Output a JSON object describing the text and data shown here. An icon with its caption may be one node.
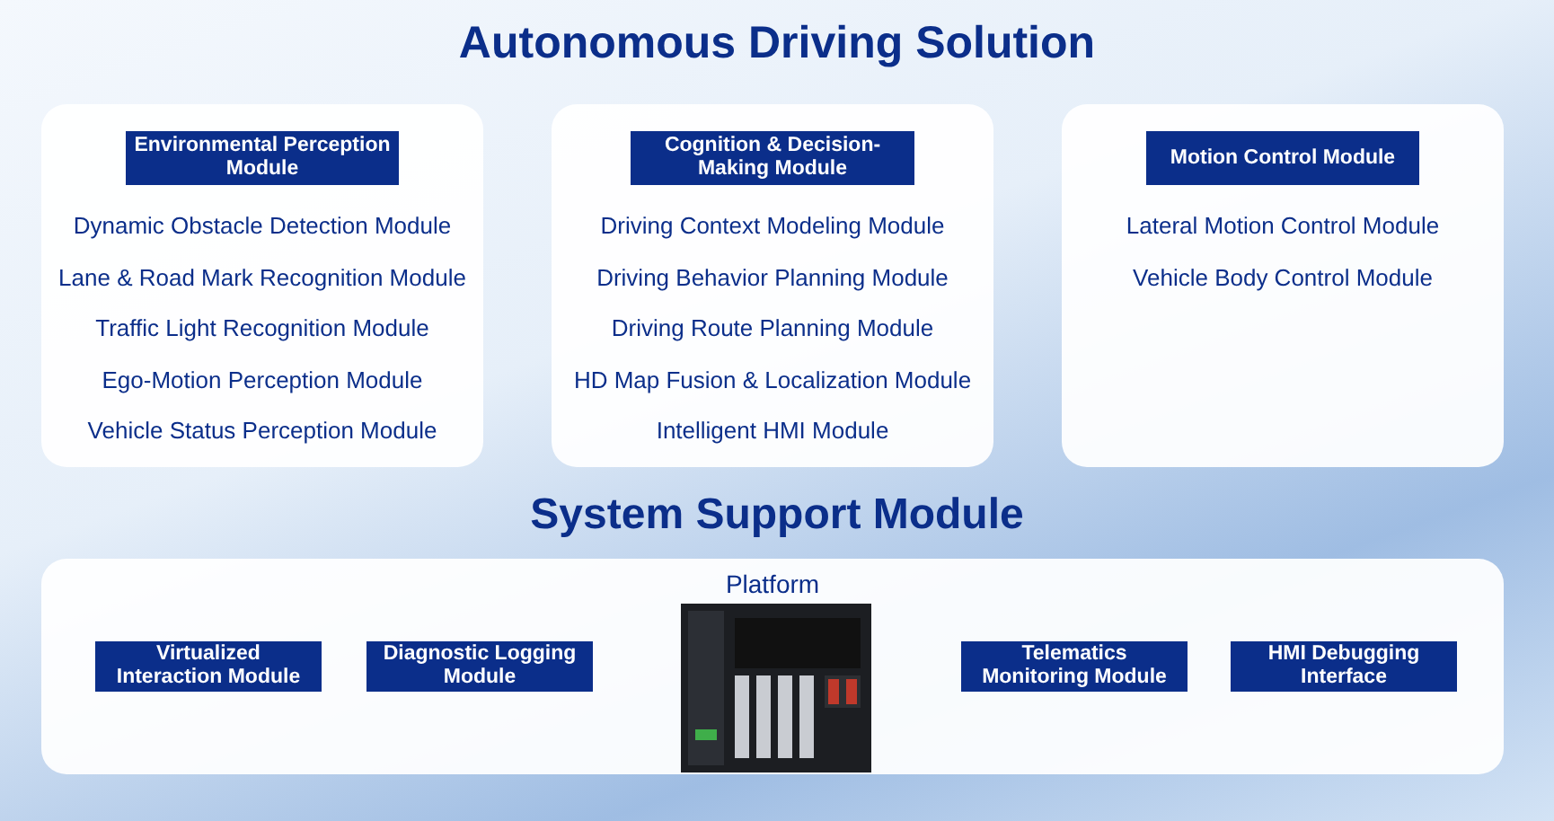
{
  "diagram": {
    "title": "Autonomous Driving Solution",
    "nodes": [
      {
        "text": [
          "Dynamic Obstacle Detection Module",
          "Lane & Road Mark Recognition Module",
          "Traffic Light Recognition Module",
          "Ego-Motion Perception Module",
          "Vehicle Status Perception Module"
        ]
      },
      {
        "text": [
          "Environmental Perception Module"
        ],
        "in": 0
      },
      {
        "text": [
          "Driving Context Modeling Module",
          "Driving Behavior Planning Module",
          "Driving Route Planning Module",
          "HD Map Fusion & Localization Module",
          "Intelligent HMI Module"
        ]
      },
      {
        "text": [
          "Cognition & Decision-Making Module"
        ],
        "in": 2
      },
      {
        "text": [
          "Lateral Motion Control Module",
          "Vehicle Body Control Module"
        ]
      },
      {
        "text": [
          "Motion Control Module"
        ],
        "in": 4
      },
      {
        "text": [
          "Platform"
        ]
      },
      {
        "text": [
          "Virtualized Interaction Module"
        ],
        "in": 6
      },
      {
        "text": [
          "Diagnostic Logging Module"
        ],
        "in": 6
      },
      {
        "text": [
          "Telematics Monitoring Module"
        ],
        "in": 6
      },
      {
        "text": [
          "HMI Debugging Interface"
        ],
        "in": 6
      }
    ],
    "edges": [],
    "labels": [
      "System Support Module"
    ]
  }
}
